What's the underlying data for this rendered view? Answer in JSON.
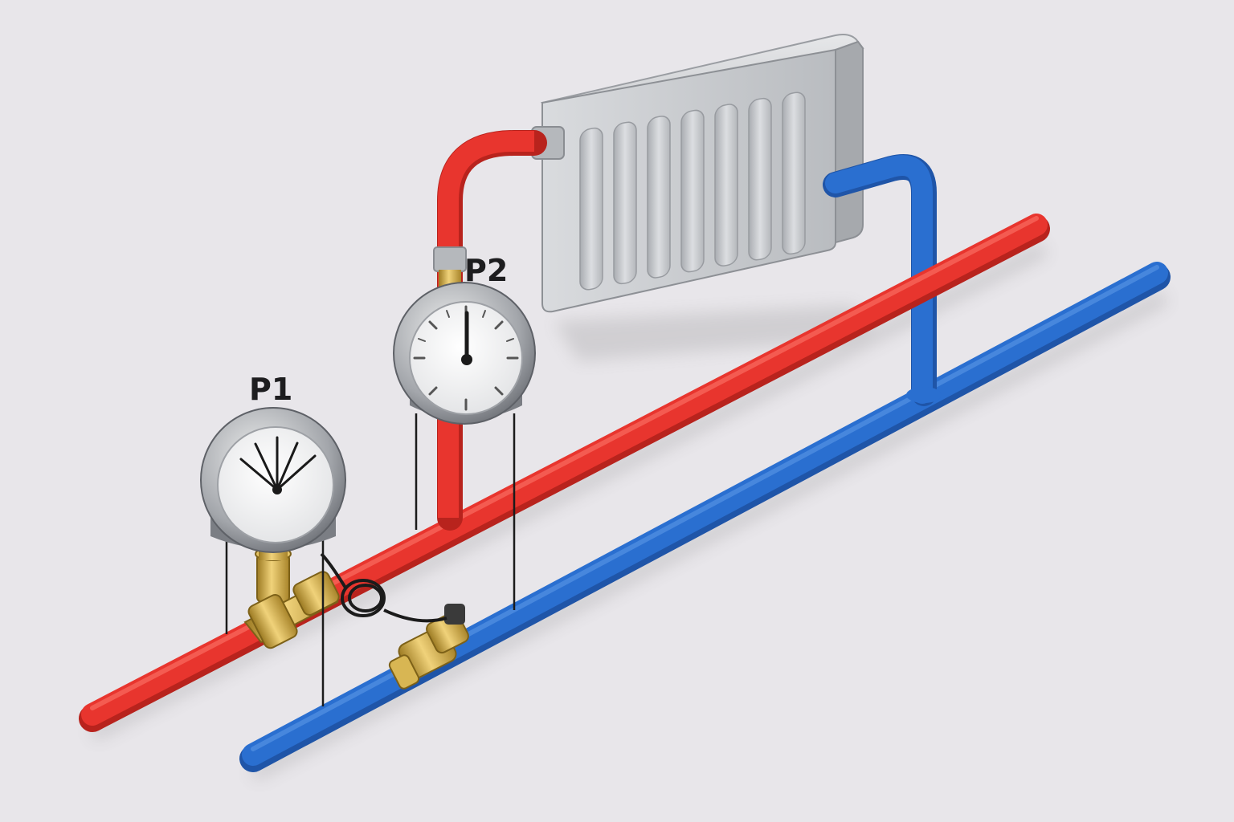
{
  "labels": {
    "gauge_p1": "P1",
    "gauge_p2": "P2"
  },
  "colors": {
    "background": "#e8e6ea",
    "supply_pipe": "#e8352e",
    "return_pipe": "#2a6fd0",
    "radiator": "#c7c9cc",
    "brass": "#c9a13a",
    "gauge_bezel": "#8d9096",
    "gauge_face": "#f6f6f6",
    "needle": "#1a1a1a",
    "label_text": "#1d1d1f"
  },
  "components": {
    "radiator": "radiator-icon",
    "supply_pipe": "hot-water-pipe",
    "return_pipe": "cold-water-pipe",
    "gauge_p1": "pressure-gauge-icon",
    "gauge_p2": "pressure-gauge-icon",
    "brass_tee": "tee-fitting-icon",
    "valve": "valve-icon",
    "sensor_coil": "capillary-coil-icon"
  }
}
